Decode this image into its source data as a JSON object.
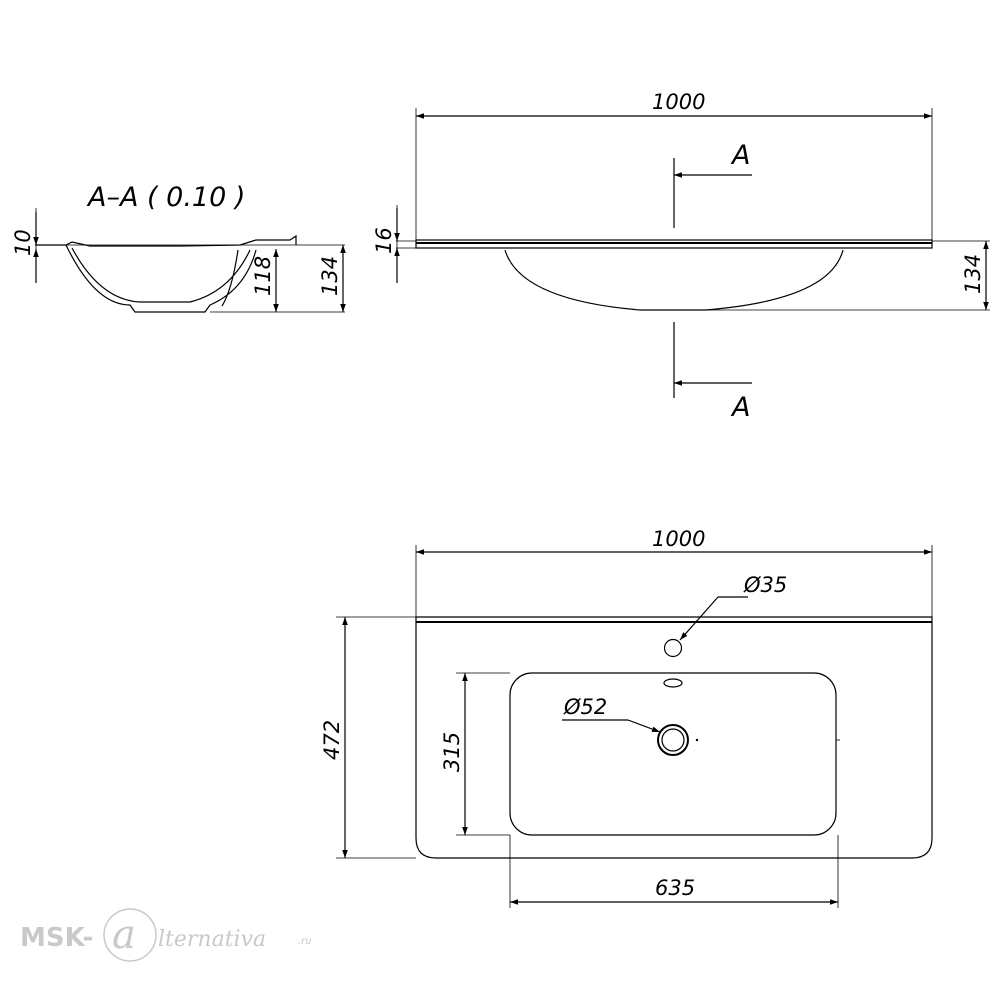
{
  "section_view": {
    "title": "A–A ( 0.10 )",
    "dim_rim": "10",
    "dim_bowl": "118",
    "dim_total": "134"
  },
  "front_view": {
    "dim_width": "1000",
    "dim_rim": "16",
    "dim_total": "134",
    "section_mark_top": "A",
    "section_mark_bottom": "A"
  },
  "top_view": {
    "dim_width": "1000",
    "dim_depth": "472",
    "dim_bowl_depth": "315",
    "dim_bowl_width": "635",
    "dim_tap_hole": "Ø35",
    "dim_drain": "Ø52"
  },
  "watermark": {
    "brand_prefix": "MSK-",
    "brand_suffix": "lternativa",
    "brand_domain": ".ru"
  }
}
